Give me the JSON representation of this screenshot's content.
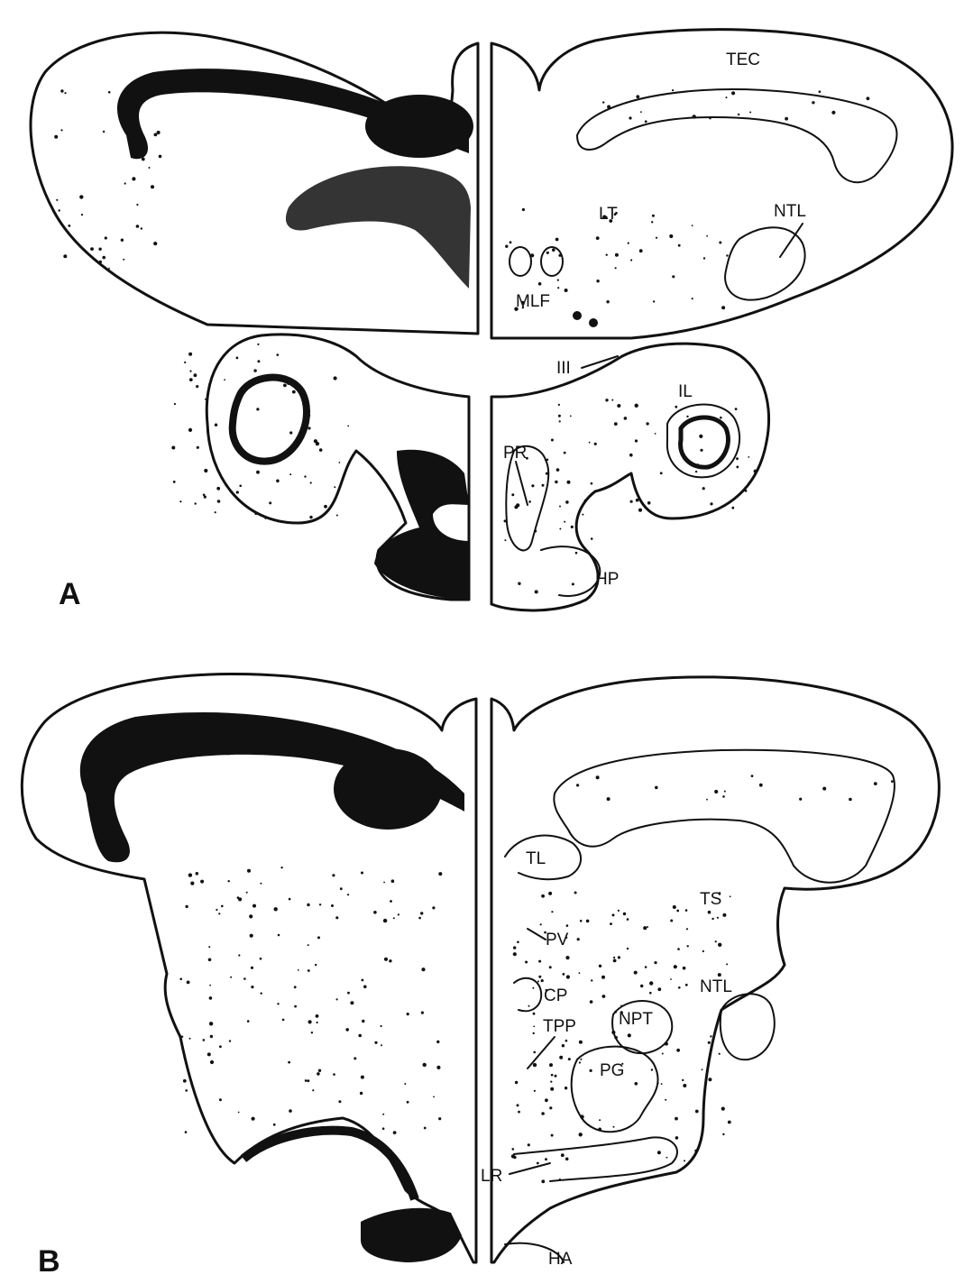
{
  "panels": [
    {
      "letter": "A",
      "labels": {
        "tec": "TEC",
        "lt": "LT",
        "ntl": "NTL",
        "mlf": "MLF",
        "iii": "III",
        "il": "IL",
        "pr": "PR",
        "hp": "HP"
      }
    },
    {
      "letter": "B",
      "labels": {
        "tl": "TL",
        "ts": "TS",
        "pv": "PV",
        "cp": "CP",
        "ntl": "NTL",
        "npt": "NPT",
        "tpp": "TPP",
        "pg": "PG",
        "lr": "LR",
        "ha": "HA"
      }
    }
  ],
  "colors": {
    "ink": "#111111",
    "paper": "#ffffff"
  }
}
